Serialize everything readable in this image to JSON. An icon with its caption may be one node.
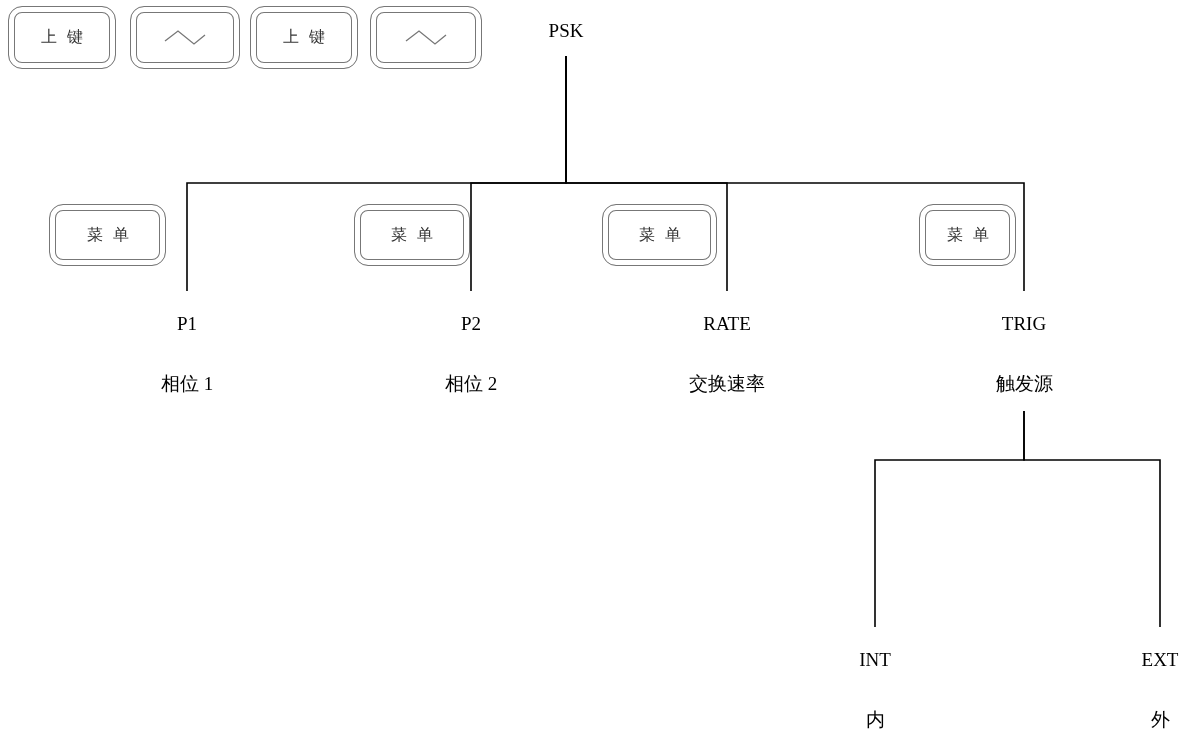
{
  "diagram": {
    "nodes": [
      {
        "text": [
          "上键"
        ]
      },
      {
        "text": [],
        "shape": "box"
      },
      {
        "text": [
          "上键"
        ]
      },
      {
        "text": [],
        "shape": "box"
      },
      {
        "text": [
          "PSK"
        ]
      },
      {
        "text": [
          "菜单"
        ]
      },
      {
        "text": [
          "菜单"
        ]
      },
      {
        "text": [
          "菜单"
        ]
      },
      {
        "text": [
          "菜单"
        ]
      },
      {
        "text": [
          "P1",
          "相位 1"
        ]
      },
      {
        "text": [
          "P2",
          "相位 2"
        ]
      },
      {
        "text": [
          "RATE",
          "交换速率"
        ]
      },
      {
        "text": [
          "TRIG",
          "触发源"
        ]
      },
      {
        "text": [
          "INT",
          "内"
        ]
      },
      {
        "text": [
          "EXT",
          "外"
        ]
      }
    ],
    "edges": [
      {
        "from": 4,
        "to": 9,
        "arrow": "none"
      },
      {
        "from": 4,
        "to": 10,
        "arrow": "none"
      },
      {
        "from": 4,
        "to": 11,
        "arrow": "none"
      },
      {
        "from": 4,
        "to": 12,
        "arrow": "none"
      },
      {
        "from": 12,
        "to": 13,
        "arrow": "none"
      },
      {
        "from": 12,
        "to": 14,
        "arrow": "none"
      }
    ]
  }
}
